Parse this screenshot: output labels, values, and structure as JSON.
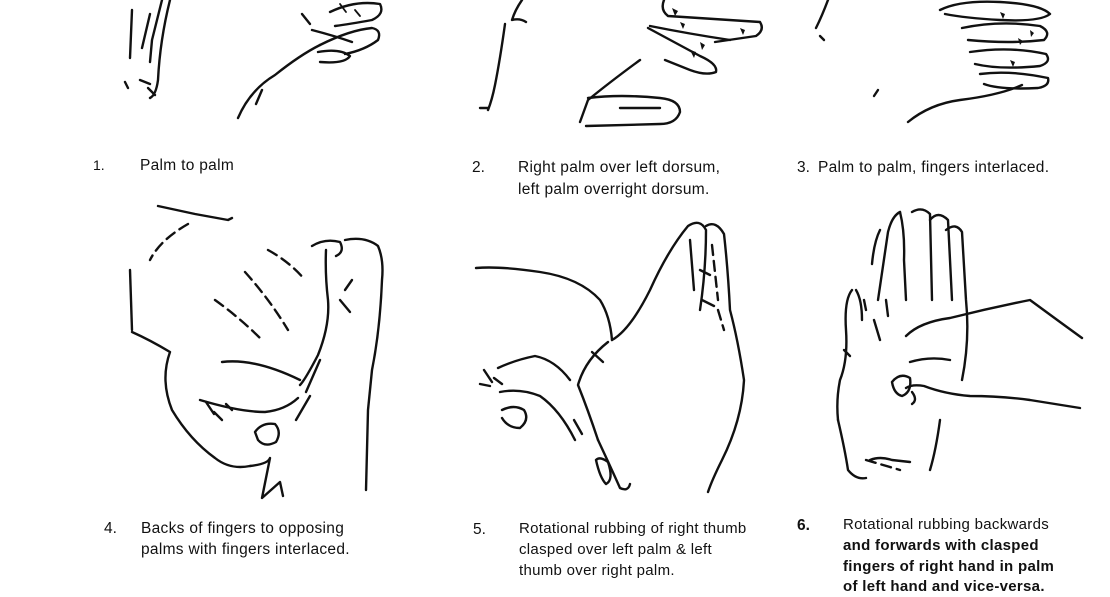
{
  "steps": [
    {
      "number": "1.",
      "lines": [
        "Palm to palm"
      ]
    },
    {
      "number": "2.",
      "lines": [
        "Right palm over left dorsum,",
        "left palm overright dorsum."
      ]
    },
    {
      "number": "3.",
      "lines": [
        "Palm to palm, fingers interlaced."
      ]
    },
    {
      "number": "4.",
      "lines": [
        "Backs of fingers to opposing",
        "palms with fingers interlaced."
      ]
    },
    {
      "number": "5.",
      "lines": [
        "Rotational rubbing of right thumb",
        "clasped over left palm  & left",
        "thumb  over right palm."
      ]
    },
    {
      "number": "6.",
      "lines": [
        "Rotational rubbing backwards",
        "and forwards  with clasped",
        "fingers of right hand in palm",
        "of left hand and vice-versa."
      ]
    }
  ]
}
